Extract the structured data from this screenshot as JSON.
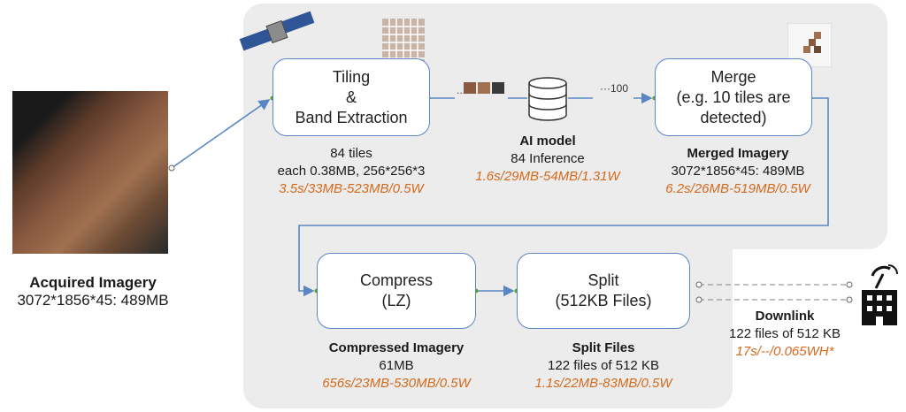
{
  "acquired": {
    "title": "Acquired Imagery",
    "detail": "3072*1856*45: 489MB"
  },
  "tiling": {
    "line1": "Tiling",
    "line2": "&",
    "line3": "Band Extraction",
    "count": "84 tiles",
    "detail": "each 0.38MB, 256*256*3",
    "metrics": "3.5s/33MB-523MB/0.5W"
  },
  "tiles_dots": "...",
  "tiles_count": "···100",
  "ai_model": {
    "title": "AI model",
    "detail": "84 Inference",
    "metrics": "1.6s/29MB-54MB/1.31W"
  },
  "merge": {
    "line1": "Merge",
    "line2": "(e.g. 10 tiles are",
    "line3": "detected)",
    "title": "Merged Imagery",
    "detail": "3072*1856*45: 489MB",
    "metrics": "6.2s/26MB-519MB/0.5W"
  },
  "compress": {
    "line1": "Compress",
    "line2": "(LZ)",
    "title": "Compressed Imagery",
    "detail": "61MB",
    "metrics": "656s/23MB-530MB/0.5W"
  },
  "split": {
    "line1": "Split",
    "line2": "(512KB Files)",
    "title": "Split Files",
    "detail": "122 files of 512 KB",
    "metrics": "1.1s/22MB-83MB/0.5W"
  },
  "downlink": {
    "title": "Downlink",
    "detail": "122 files of 512 KB",
    "metrics": "17s/--/0.065WH*"
  },
  "icons": [
    "satellite-icon",
    "tile-grid-icon",
    "database-icon",
    "merged-tiles-icon",
    "ground-station-icon"
  ],
  "colors": {
    "box_border": "#5a86c4",
    "metrics": "#d4691c",
    "panel": "#ececec"
  }
}
